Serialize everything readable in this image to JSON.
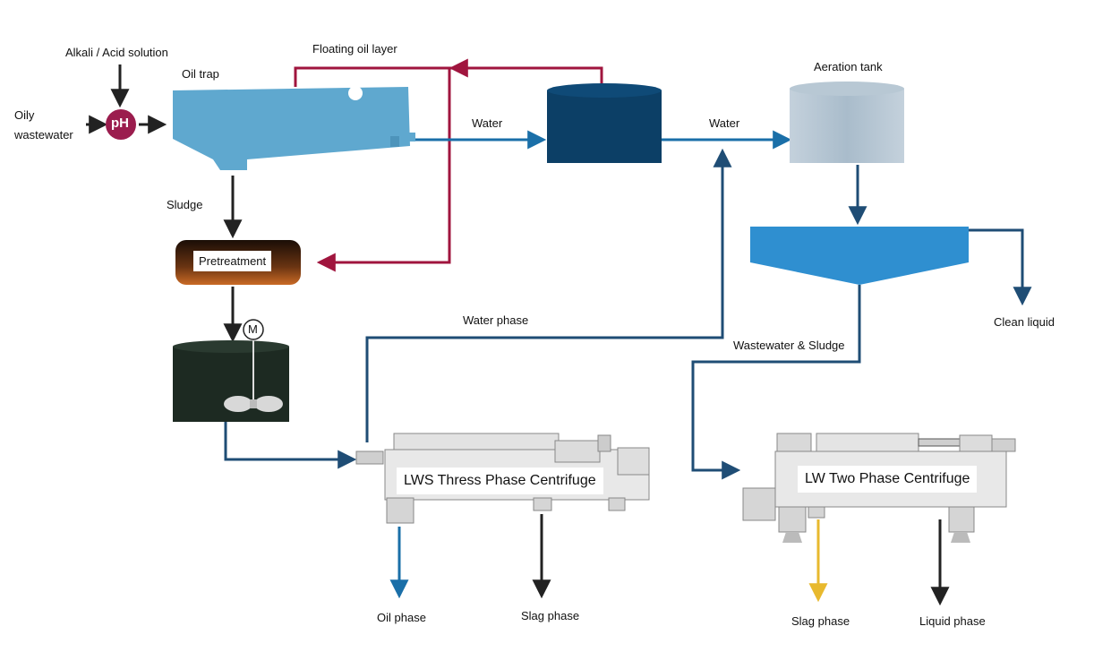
{
  "labels": {
    "alkali": "Alkali / Acid solution",
    "oily_wastewater": "Oily\nwastewater",
    "ph": "pH",
    "oil_trap": "Oil trap",
    "floating_oil": "Floating oil layer",
    "water_1": "Water",
    "water_2": "Water",
    "aeration_tank": "Aeration tank",
    "sludge": "Sludge",
    "pretreatment": "Pretreatment",
    "motor": "M",
    "water_phase": "Water phase",
    "wastewater_sludge": "Wastewater & Sludge",
    "clean_liquid": "Clean liquid",
    "lws_centrifuge": "LWS Thress Phase Centrifuge",
    "lw_centrifuge": "LW Two Phase Centrifuge",
    "oil_phase": "Oil phase",
    "slag_phase_1": "Slag phase",
    "slag_phase_2": "Slag phase",
    "liquid_phase": "Liquid phase"
  },
  "colors": {
    "blue_flow": "#1a6fa8",
    "red_flow": "#a0153e",
    "dark_flow": "#222222",
    "yellow_flow": "#e8b92e",
    "oil_trap": "#5fa8cf",
    "settling_tank": "#0c3f66",
    "aeration_tank": "#b6c6d2",
    "clarifier": "#2f8fd0",
    "pretreatment": "#5a2a12",
    "mixing_tank": "#1d2a22",
    "ph": "#9b1d4e"
  }
}
